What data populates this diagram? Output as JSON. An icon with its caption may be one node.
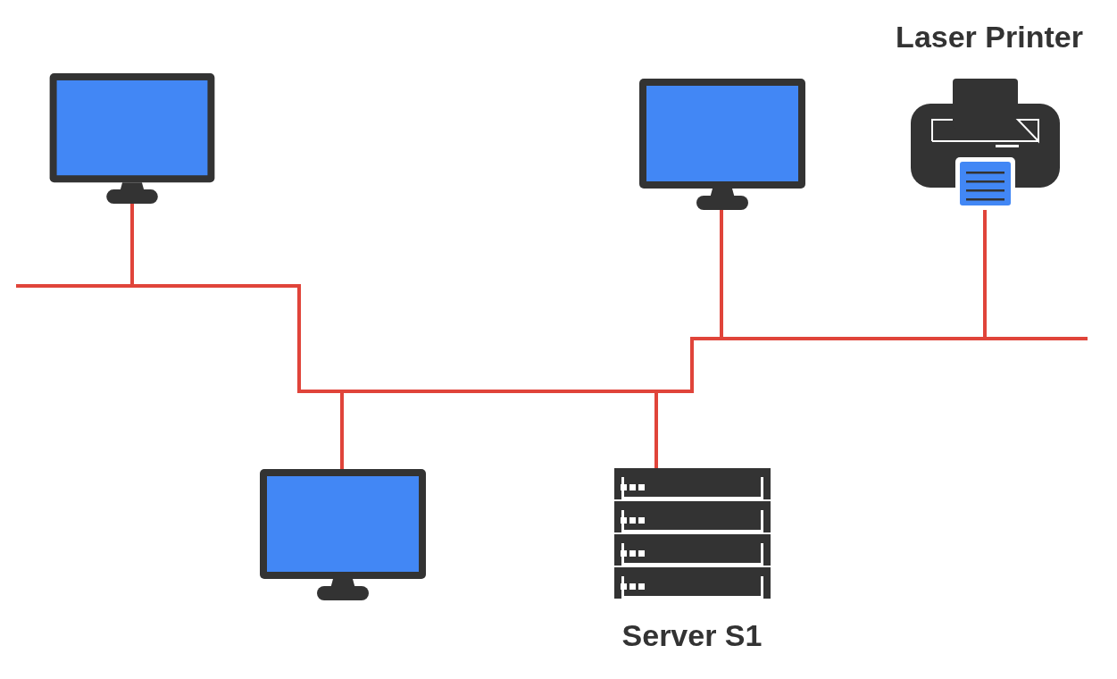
{
  "diagram": {
    "nodes": [
      {
        "text": [],
        "shape": "picture"
      },
      {
        "text": [],
        "shape": "picture"
      },
      {
        "text": [
          "Laser Printer"
        ]
      },
      {
        "text": [],
        "shape": "line"
      },
      {
        "text": [],
        "shape": "picture"
      },
      {
        "text": [
          "Server S1"
        ]
      }
    ],
    "edges": [
      {
        "from": 0,
        "to": 3,
        "arrow": "none"
      },
      {
        "from": 1,
        "to": 3,
        "arrow": "none"
      },
      {
        "from": 2,
        "to": 3,
        "arrow": "none"
      },
      {
        "from": 4,
        "to": 3,
        "arrow": "none"
      },
      {
        "from": 5,
        "to": 3,
        "arrow": "none"
      }
    ]
  }
}
